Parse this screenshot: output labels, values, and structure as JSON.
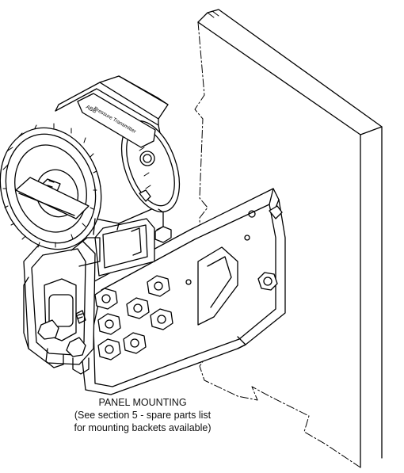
{
  "caption": {
    "title": "PANEL MOUNTING",
    "line2": "(See section 5 - spare parts list",
    "line3": "for mounting backets available)"
  },
  "transmitter": {
    "nameplate_line1": "ABB",
    "nameplate_line2": "Pressure Transmitter"
  }
}
